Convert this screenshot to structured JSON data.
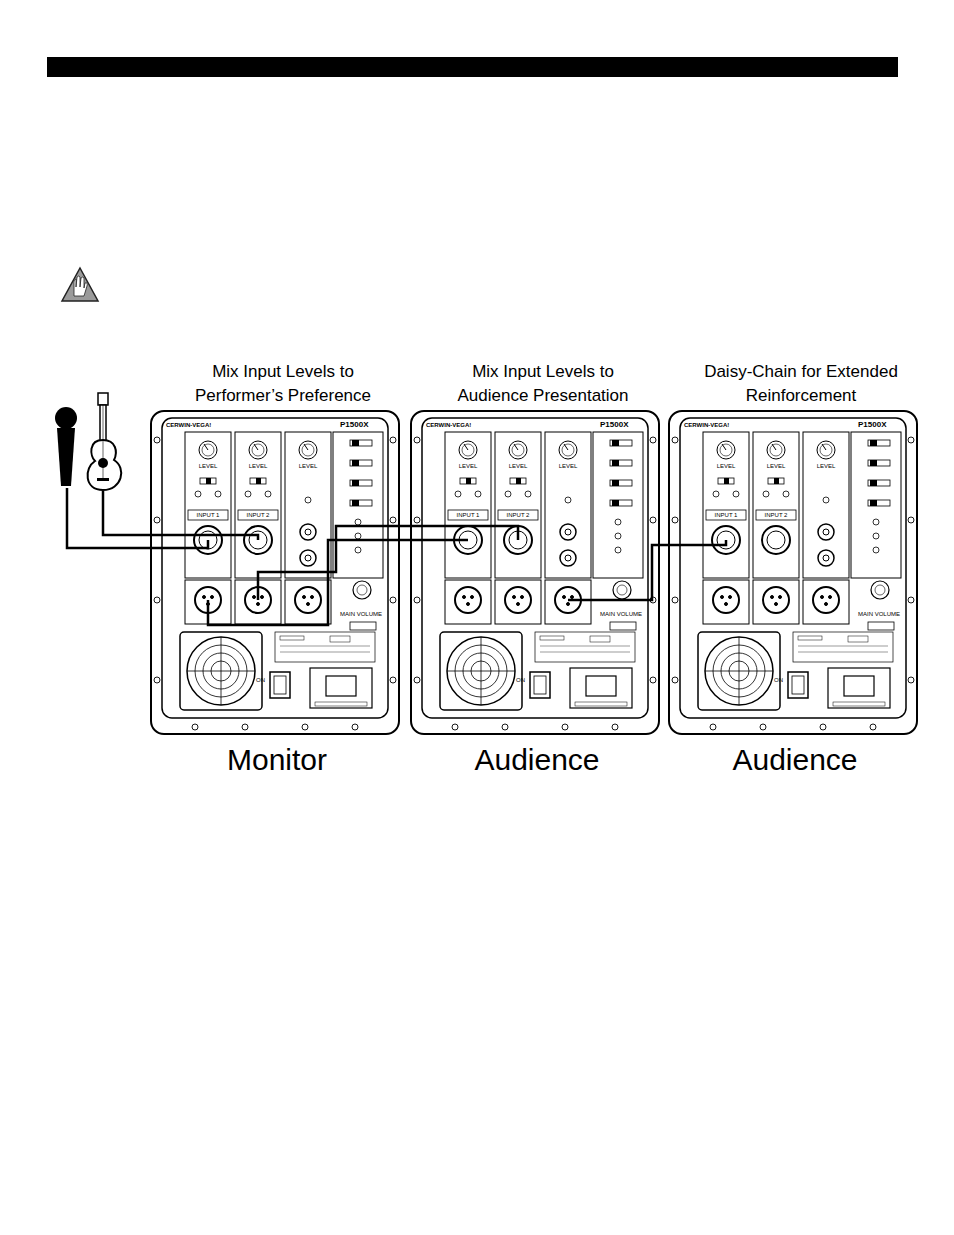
{
  "diagram": {
    "nodes": [
      {
        "text": [
          "Mix Input Levels to Performer’s Preference",
          "Monitor"
        ]
      },
      {
        "text": [
          "Mix Input Levels to Audience Presentation",
          "Audience"
        ]
      },
      {
        "text": [
          "Daisy-Chain for Extended Reinforcement",
          "Audience"
        ]
      }
    ],
    "edges": [
      {
        "from": 0,
        "to": 1,
        "arrow": "none"
      },
      {
        "from": 0,
        "to": 1,
        "arrow": "none"
      },
      {
        "from": 1,
        "to": 2,
        "arrow": "none"
      }
    ],
    "labels": [
      "CERWIN-VEGA!",
      "P1500X",
      "LEVEL",
      "LEVEL",
      "LEVEL",
      "INPUT 1",
      "INPUT 2",
      "MAIN VOLUME",
      "ON",
      "CERWIN-VEGA!",
      "P1500X",
      "LEVEL",
      "LEVEL",
      "LEVEL",
      "INPUT 1",
      "INPUT 2",
      "MAIN VOLUME",
      "ON",
      "CERWIN-VEGA!",
      "P1500X",
      "LEVEL",
      "LEVEL",
      "LEVEL",
      "INPUT 1",
      "INPUT 2",
      "MAIN VOLUME",
      "ON"
    ]
  }
}
